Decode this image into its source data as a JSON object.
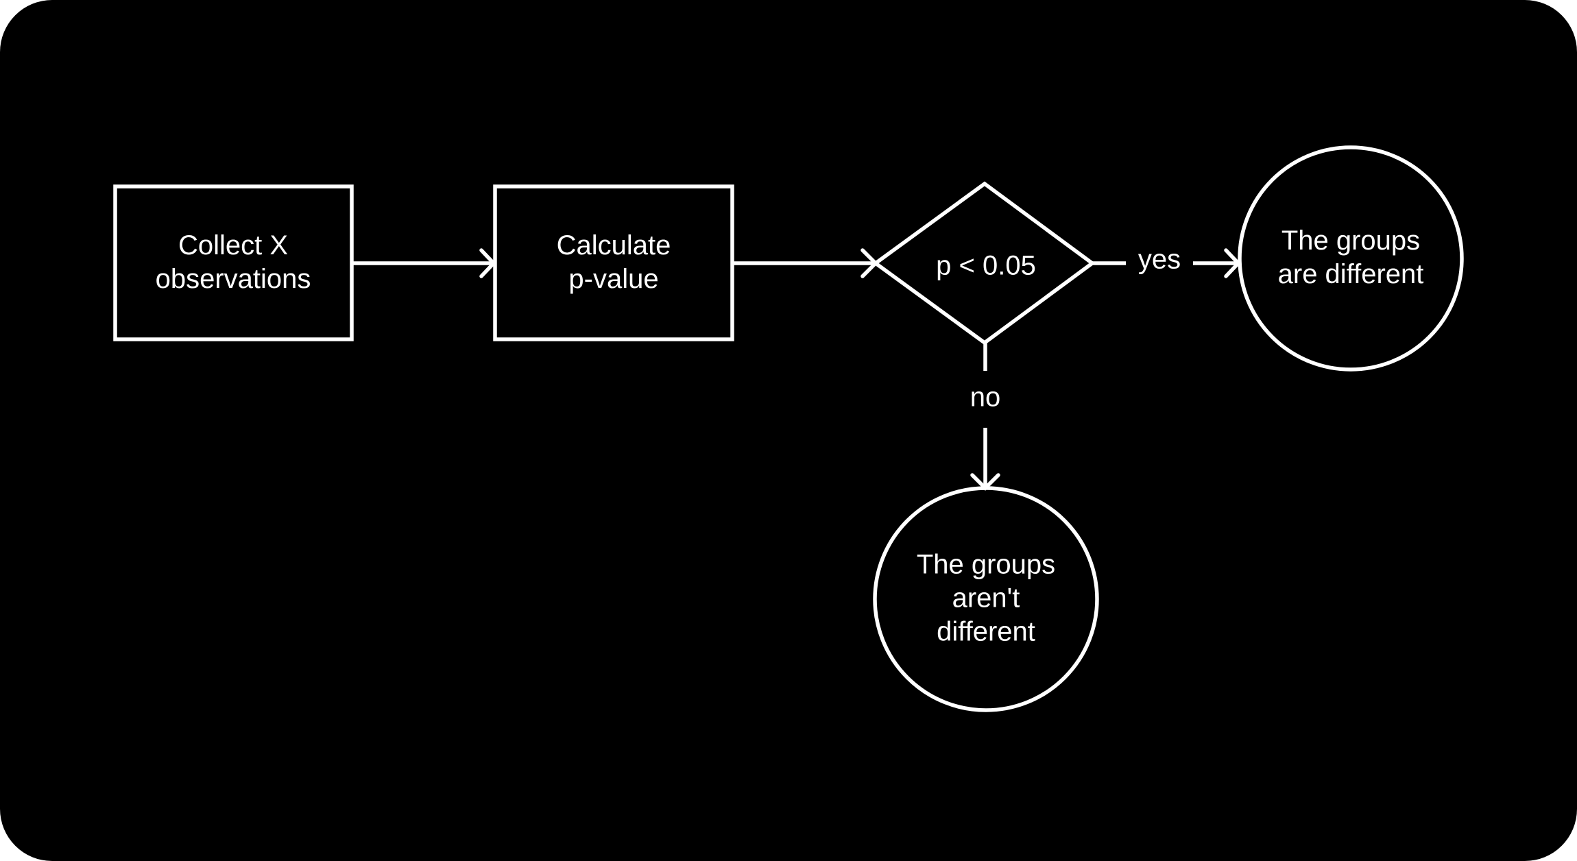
{
  "diagram": {
    "title": "",
    "colors": {
      "background": "#000000",
      "stroke": "#ffffff",
      "text": "#ffffff",
      "page": "#ffffff"
    },
    "nodes": [
      {
        "id": "collect",
        "shape": "rectangle",
        "lines": [
          "Collect X",
          "observations"
        ]
      },
      {
        "id": "calculate",
        "shape": "rectangle",
        "lines": [
          "Calculate",
          "p-value"
        ]
      },
      {
        "id": "decision",
        "shape": "diamond",
        "lines": [
          "p < 0.05"
        ]
      },
      {
        "id": "different",
        "shape": "circle",
        "lines": [
          "The groups",
          "are different"
        ]
      },
      {
        "id": "not_different",
        "shape": "circle",
        "lines": [
          "The groups",
          "aren't",
          "different"
        ]
      }
    ],
    "edges": [
      {
        "from": "collect",
        "to": "calculate",
        "label": ""
      },
      {
        "from": "calculate",
        "to": "decision",
        "label": ""
      },
      {
        "from": "decision",
        "to": "different",
        "label": "yes"
      },
      {
        "from": "decision",
        "to": "not_different",
        "label": "no"
      }
    ]
  }
}
